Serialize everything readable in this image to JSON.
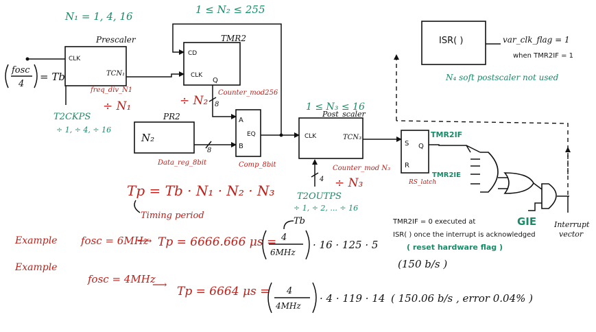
{
  "colors": {
    "ink": "#111111",
    "red": "#c0201a",
    "green": "#1a8a68"
  },
  "top": {
    "n1": "N₁ = 1, 4, 16",
    "n2_range": "1 ≤ N₂ ≤ 255",
    "n3_range": "1 ≤ N₃ ≤ 16"
  },
  "prescaler": {
    "title": "Prescaler",
    "clk": "CLK",
    "out": "TCN₁",
    "freq": "freq_div_N1",
    "div": "÷ N₁",
    "ckps": "T2CKPS",
    "ckps_vals": "÷ 1, ÷ 4, ÷ 16"
  },
  "fosc": {
    "num": "fosc",
    "den": "4",
    "eq": "= Tb"
  },
  "tmr2": {
    "title": "TMR2",
    "cd": "CD",
    "clk": "CLK",
    "q": "Q",
    "counter": "Counter_mod256",
    "div": "÷ N₂",
    "bus": "8"
  },
  "pr2": {
    "title": "PR2",
    "n": "N₂",
    "bus": "8",
    "label": "Data_reg_8bit"
  },
  "comp": {
    "a": "A",
    "b": "B",
    "eq": "EQ",
    "label": "Comp_8bit"
  },
  "postscaler": {
    "title": "Post_scaler",
    "clk": "CLK",
    "out": "TCN₃",
    "counter": "Counter_mod N₃",
    "div": "÷ N₃",
    "bus": "4",
    "outps": "T2OUTPS",
    "outps_vals": "÷ 1, ÷ 2, ... ÷ 16"
  },
  "latch": {
    "s": "S",
    "q": "Q",
    "r": "R",
    "label": "RS_latch",
    "flag": "TMR2IF",
    "enable": "TMR2IE"
  },
  "isr": {
    "box": "ISR( )",
    "var": "var_clk_flag = 1",
    "when": "when TMR2IF = 1",
    "n4": "N₄ soft postscaler not used"
  },
  "gie": "GIE",
  "irq": {
    "line1": "Interrupt",
    "line2": "vector"
  },
  "note": {
    "line1": "TMR2IF = 0 executed at",
    "line2": "ISR( )  once the interrupt is acknowledged",
    "line3": "( reset hardware flag )"
  },
  "formula": {
    "tp": "Tp = Tb · N₁ · N₂ · N₃",
    "caption": "Timing period"
  },
  "ex1": {
    "label": "Example",
    "fosc": "fosc = 6MHz",
    "tp": "Tp = 6666.666 μs =",
    "frac_num": "4",
    "frac_den": "6MHz",
    "tail": "· 16 · 125 · 5",
    "tb": "Tb",
    "rate": "(150 b/s )"
  },
  "ex2": {
    "label": "Example",
    "fosc": "fosc = 4MHz",
    "tp": "Tp = 6664 μs =",
    "frac_num": "4",
    "frac_den": "4MHz",
    "tail": "· 4 · 119 · 14",
    "rate": "( 150.06 b/s , error 0.04% )"
  }
}
